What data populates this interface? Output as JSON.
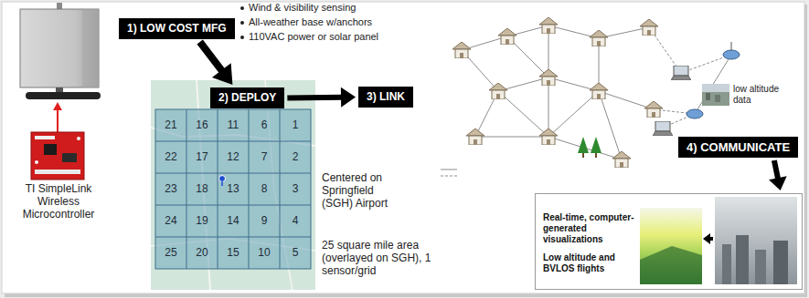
{
  "diagram": {
    "nodes": [
      {
        "text": [
          "1) LOW COST MFG"
        ]
      },
      {
        "text": [
          "2) DEPLOY"
        ]
      },
      {
        "text": [
          "3) LINK"
        ]
      },
      {
        "text": [
          "4) COMMUNICATE"
        ]
      },
      {
        "text": [
          "Real-time, computer-generated visualizations",
          "Low altitude and BVLOS flights"
        ]
      }
    ],
    "edges": [
      {
        "from": 0,
        "to": 1,
        "arrow": "to"
      },
      {
        "from": 1,
        "to": 2,
        "arrow": "to"
      },
      {
        "from": 3,
        "to": 4,
        "arrow": "to"
      }
    ],
    "labels": [
      "Wind & visibility sensing",
      "All-weather base w/anchors",
      "110VAC power or solar panel",
      "TI SimpleLink Wireless Microcontroller",
      "21",
      "16",
      "11",
      "6",
      "1",
      "22",
      "17",
      "12",
      "7",
      "2",
      "23",
      "18",
      "13",
      "8",
      "3",
      "24",
      "19",
      "14",
      "9",
      "4",
      "25",
      "20",
      "15",
      "10",
      "5",
      "Centered on Springfield (SGH) Airport",
      "25 square mile area (overlayed on SGH), 1 sensor/grid",
      "low altitude data"
    ]
  }
}
